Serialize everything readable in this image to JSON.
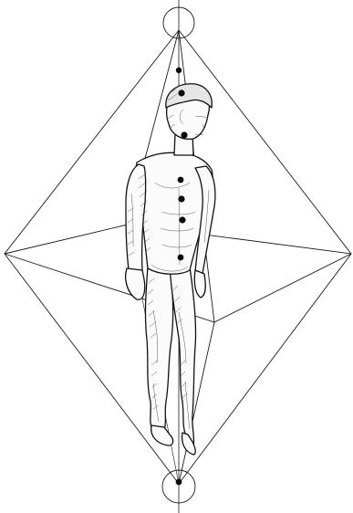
{
  "figure": {
    "subject": "standing-human-figure",
    "elements": [
      "vertical-axis",
      "octahedron-outline",
      "top-circle",
      "bottom-circle",
      "energy-point-dots"
    ],
    "energy_points": 8
  },
  "colors": {
    "ink": "#111111",
    "paper": "#ffffff"
  }
}
